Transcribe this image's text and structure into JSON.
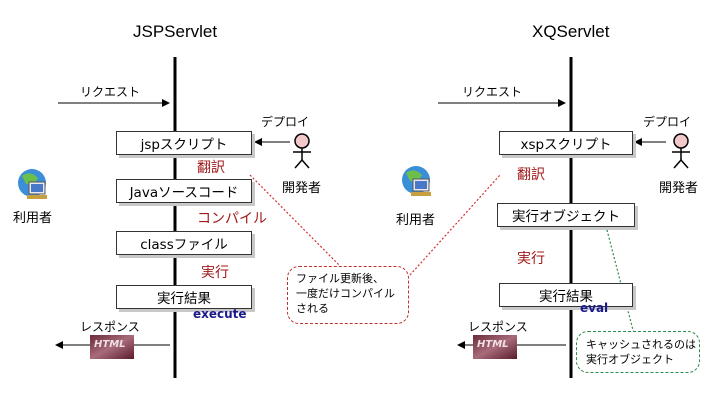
{
  "left": {
    "title": "JSPServlet",
    "request": "リクエスト",
    "response": "レスポンス",
    "deploy": "デプロイ",
    "developer": "開発者",
    "user": "利用者",
    "boxes": [
      "jspスクリプト",
      "Javaソースコード",
      "classファイル",
      "実行結果"
    ],
    "steps": [
      "翻訳",
      "コンパイル",
      "実行"
    ],
    "exec_label": "execute"
  },
  "right": {
    "title": "XQServlet",
    "request": "リクエスト",
    "response": "レスポンス",
    "deploy": "デプロイ",
    "developer": "開発者",
    "user": "利用者",
    "boxes": [
      "xspスクリプト",
      "実行オブジェクト",
      "実行結果"
    ],
    "steps": [
      "翻訳",
      "実行"
    ],
    "exec_label": "eval"
  },
  "notes": {
    "compile_once": [
      "ファイル更新後、",
      "一度だけコンパイル",
      "される"
    ],
    "cached": [
      "キャッシュされるのは",
      "実行オブジェクト"
    ]
  },
  "html_badge": "HTML",
  "colors": {
    "step_text": "#a01818",
    "exec_text": "#1a1a8c",
    "note_red": "#c03030",
    "note_green": "#2e8a4a"
  }
}
